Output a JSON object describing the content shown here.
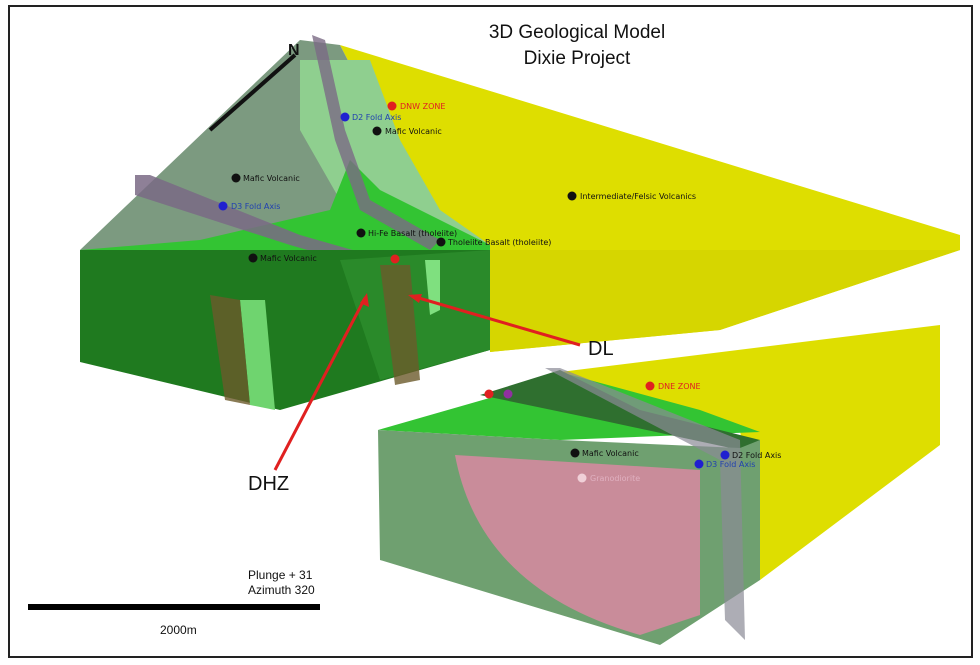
{
  "title": {
    "line1": "3D Geological Model",
    "line2": "Dixie Project"
  },
  "north_arrow": {
    "label": "N",
    "icon": "north-arrow-icon"
  },
  "labels": {
    "dnw_zone": "DNW ZONE",
    "d2_fold_axis_upper": "D2 Fold Axis",
    "mafic_volcanic_1": "Mafic Volcanic",
    "mafic_volcanic_2": "Mafic Volcanic",
    "d3_fold_axis_upper": "D3 Fold Axis",
    "intermediate_felsic": "Intermediate/Felsic Volcanics",
    "basalt_1": "Hi-Fe Basalt (tholeiite)",
    "basalt_2": "Tholeiite Basalt (tholeiite)",
    "mafic_volcanic_3": "Mafic Volcanic",
    "dne_zone": "DNE ZONE",
    "mafic_volcanic_lower": "Mafic Volcanic",
    "d2_fold_axis_lower": "D2 Fold Axis",
    "d3_fold_axis_lower": "D3 Fold Axis",
    "granodiorite": "Granodiorite"
  },
  "callouts": {
    "dl": "DL",
    "dhz": "DHZ"
  },
  "view": {
    "plunge": "Plunge + 31",
    "azimuth": "Azimuth 320"
  },
  "scale_bar": {
    "label": "2000m"
  },
  "colors": {
    "yellow": "#e0e000",
    "green": "#33cc33",
    "dark_green": "#1f7a1f",
    "light_green": "#8fd18f",
    "pink": "#c98c9a",
    "red": "#e02020",
    "blue": "#2020d0"
  }
}
